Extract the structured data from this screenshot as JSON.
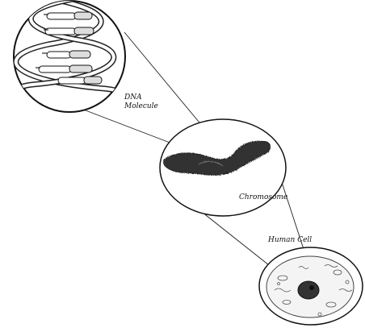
{
  "labels": {
    "dna_line1": "DNA",
    "dna_line2": "Molecule",
    "chromosome": "Chromosome",
    "human_cell": "Human Cell"
  },
  "colors": {
    "ink": "#111111",
    "ink_gray": "#555555",
    "nucleus": "#333333"
  }
}
